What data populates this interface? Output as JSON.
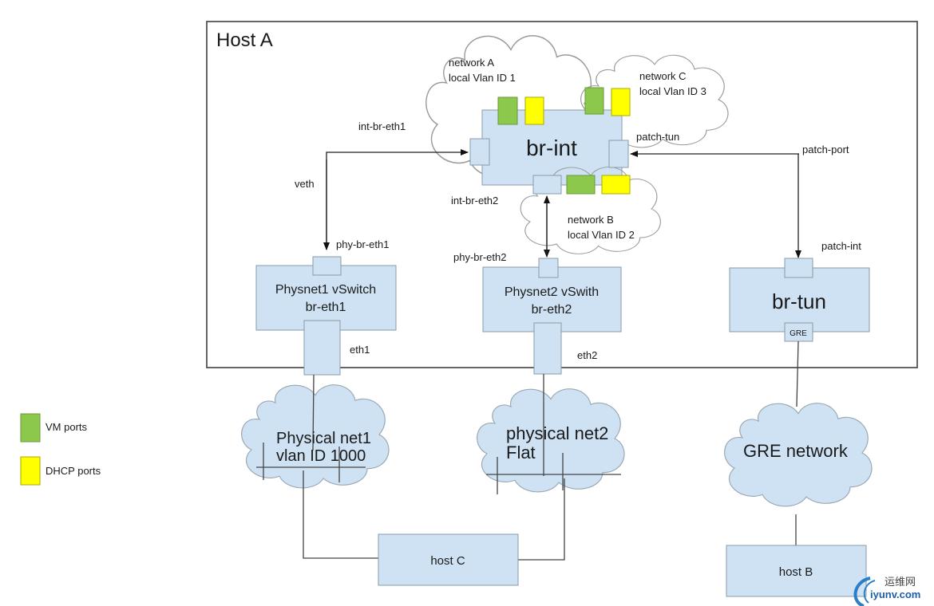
{
  "host_a": {
    "title": "Host A"
  },
  "clouds": {
    "network_a": {
      "line1": "network A",
      "line2": "local Vlan ID 1"
    },
    "network_b": {
      "line1": "network B",
      "line2": "local Vlan ID 2"
    },
    "network_c": {
      "line1": "network C",
      "line2": "local Vlan ID 3"
    },
    "physical_net1": {
      "line1": "Physical net1",
      "line2": "vlan ID 1000"
    },
    "physical_net2": {
      "line1": "physical net2",
      "line2": "Flat"
    },
    "gre_network": {
      "label": "GRE network"
    }
  },
  "bridges": {
    "br_int": {
      "label": "br-int"
    },
    "br_eth1": {
      "line1": "Physnet1 vSwitch",
      "line2": "br-eth1"
    },
    "br_eth2": {
      "line1": "Physnet2 vSwith",
      "line2": "br-eth2"
    },
    "br_tun": {
      "label": "br-tun",
      "gre_port": "GRE"
    }
  },
  "ports": {
    "int_br_eth1": "int-br-eth1",
    "int_br_eth2": "int-br-eth2",
    "patch_tun": "patch-tun",
    "patch_port": "patch-port",
    "patch_int": "patch-int",
    "phy_br_eth1": "phy-br-eth1",
    "phy_br_eth2": "phy-br-eth2",
    "veth": "veth",
    "eth1": "eth1",
    "eth2": "eth2"
  },
  "hosts": {
    "host_b": "host B",
    "host_c": "host C"
  },
  "legend": {
    "items": [
      {
        "label": "VM ports",
        "color": "#8cc84b"
      },
      {
        "label": "DHCP ports",
        "color": "#ffff00"
      }
    ]
  },
  "colors": {
    "bridge_fill": "#cfe2f3",
    "vm_port": "#8cc84b",
    "dhcp_port": "#ffff00"
  },
  "watermark": {
    "line1": "运维网",
    "line2": "iyunv.com"
  }
}
